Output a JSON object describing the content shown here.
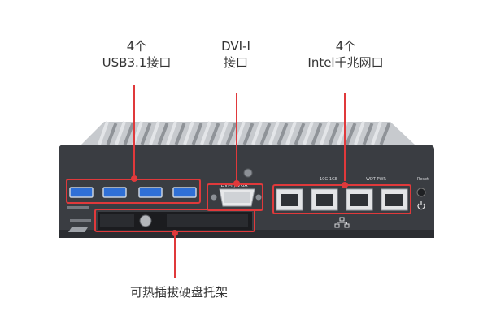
{
  "callouts": {
    "usb": {
      "line1": "4个",
      "line2": "USB3.1接口"
    },
    "dvi": {
      "line1": "DVI-I",
      "line2": "接口"
    },
    "lan": {
      "line1": "4个",
      "line2": "Intel千兆网口"
    },
    "tray": {
      "line1": "可热插拔硬盘托架"
    }
  },
  "panel_text": {
    "dvi_port": "DVI-I / VGA",
    "lan_leds": "10G  1GE",
    "wdt_pwr": "WDT  PWR",
    "reset": "Reset"
  },
  "colors": {
    "callout": "#e0393b",
    "usb_blue": "#2f6fd6",
    "chassis": "#3a3d42",
    "heatsink": "#b9bcc1"
  }
}
